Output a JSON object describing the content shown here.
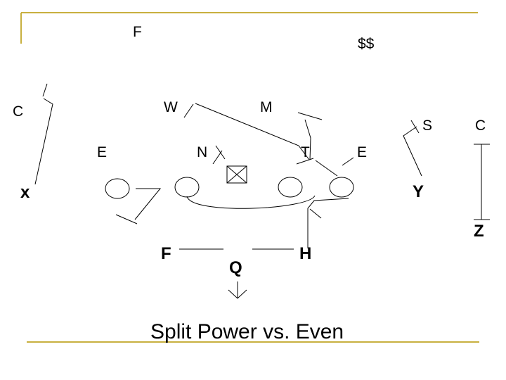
{
  "colors": {
    "frame": "#c8b040",
    "ink": "#000000",
    "background": "#ffffff"
  },
  "title": "Split Power vs. Even",
  "defense": {
    "free_safety": "F",
    "money": "$$",
    "corner_left": "C",
    "will": "W",
    "mike": "M",
    "strong_safety": "S",
    "corner_right": "C",
    "end_left": "E",
    "nose": "N",
    "tackle": "T",
    "end_right": "E"
  },
  "offense": {
    "x_receiver": "x",
    "y_receiver": "Y",
    "z_receiver": "Z",
    "fullback": "F",
    "quarterback": "Q",
    "h_back": "H"
  }
}
